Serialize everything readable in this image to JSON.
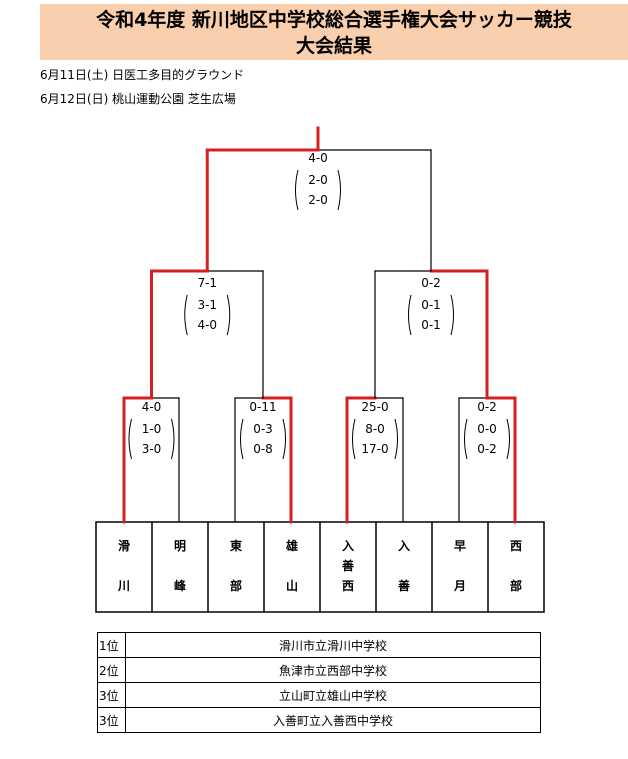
{
  "header": {
    "title_line1": "令和4年度 新川地区中学校総合選手権大会サッカー競技",
    "title_line2": "大会結果",
    "date1": "6月11日(土) 日医工多目的グラウンド",
    "date2": "6月12日(日) 桃山運動公園 芝生広場"
  },
  "bracket": {
    "final": {
      "total": "4-0",
      "halves": [
        "2-0",
        "2-0"
      ]
    },
    "semifinals": [
      {
        "total": "7-1",
        "halves": [
          "3-1",
          "4-0"
        ]
      },
      {
        "total": "0-2",
        "halves": [
          "0-1",
          "0-1"
        ]
      }
    ],
    "first_round": [
      {
        "total": "4-0",
        "halves": [
          "1-0",
          "3-0"
        ]
      },
      {
        "total": "0-11",
        "halves": [
          "0-3",
          "0-8"
        ]
      },
      {
        "total": "25-0",
        "halves": [
          "8-0",
          "17-0"
        ]
      },
      {
        "total": "0-2",
        "halves": [
          "0-0",
          "0-2"
        ]
      }
    ],
    "teams": [
      [
        "滑",
        "川"
      ],
      [
        "明",
        "峰"
      ],
      [
        "東",
        "部"
      ],
      [
        "雄",
        "山"
      ],
      [
        "入",
        "善",
        "西"
      ],
      [
        "入",
        "善"
      ],
      [
        "早",
        "月"
      ],
      [
        "西",
        "部"
      ]
    ],
    "win_color": "#d42020",
    "line_color": "#000000"
  },
  "ranking": [
    {
      "rank": "1位",
      "school": "滑川市立滑川中学校"
    },
    {
      "rank": "2位",
      "school": "魚津市立西部中学校"
    },
    {
      "rank": "3位",
      "school": "立山町立雄山中学校"
    },
    {
      "rank": "3位",
      "school": "入善町立入善西中学校"
    }
  ]
}
